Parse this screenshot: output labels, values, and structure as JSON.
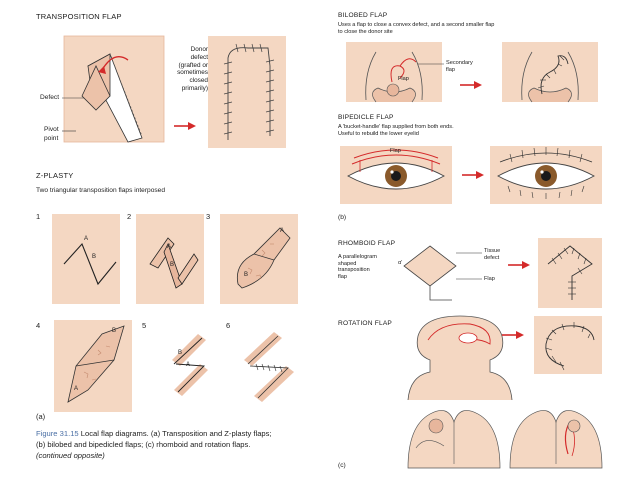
{
  "left": {
    "transposition": {
      "title": "TRANSPOSITION FLAP",
      "donor_note": [
        "Donor",
        "defect",
        "(grafted or",
        "sometimes",
        "closed",
        "primarily)"
      ],
      "defect_label": "Defect",
      "pivot_label": [
        "Pivot",
        "point"
      ]
    },
    "zplasty": {
      "title": "Z-PLASTY",
      "subtitle": "Two triangular transposition flaps interposed",
      "steps": [
        "1",
        "2",
        "3",
        "4",
        "5",
        "6"
      ],
      "flap_letters": [
        "A",
        "B"
      ]
    },
    "panel_label": "(a)",
    "caption": {
      "figure_number": "Figure 31.15",
      "lines": [
        "Local flap diagrams. (a) Transposition and Z-plasty flaps;",
        "(b) bilobed and bipedicled flaps; (c) rhomboid and rotation flaps.",
        "(continued opposite)"
      ]
    }
  },
  "right": {
    "bilobed": {
      "title": "BILOBED FLAP",
      "description": [
        "Uses a flap to close a convex defect, and a second smaller flap",
        "to close the donor site"
      ],
      "secondary_label": [
        "Secondary",
        "flap"
      ],
      "flap_label": "Flap"
    },
    "bipedicle": {
      "title": "BIPEDICLE FLAP",
      "description": [
        "A 'bucket-handle' flap supplied from both ends.",
        "Useful to rebuild the lower eyelid"
      ],
      "flap_label": "Flap"
    },
    "panel_b": "(b)",
    "rhomboid": {
      "title": "RHOMBOID FLAP",
      "description": [
        "A parallelogram",
        "shaped",
        "transposition",
        "flap"
      ],
      "tissue_defect_label": [
        "Tissue",
        "defect"
      ],
      "flap_label": "Flap",
      "alpha_label": "α'"
    },
    "rotation": {
      "title": "ROTATION FLAP"
    },
    "panel_c": "(c)"
  },
  "colors": {
    "skin": "#f4d7c2",
    "skin_dark": "#e7b69c",
    "arrow": "#d42a2a",
    "line": "#3a3a3a",
    "caption_blue": "#4a6fa5",
    "iris": "#8a5a2b"
  }
}
